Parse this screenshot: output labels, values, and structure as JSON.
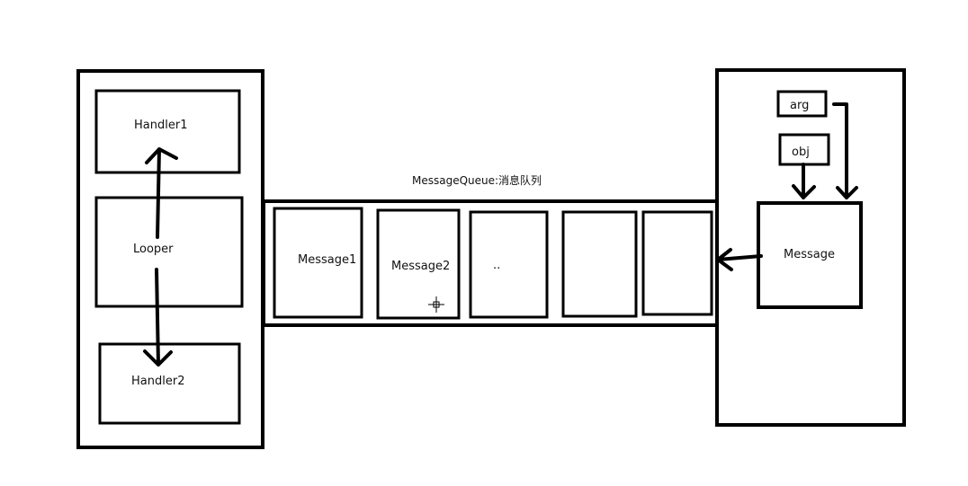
{
  "diagram": {
    "left_panel": {
      "handler1_label": "Handler1",
      "looper_label": "Looper",
      "handler2_label": "Handler2"
    },
    "queue": {
      "title": "MessageQueue:消息队列",
      "slot1_label": "Message1",
      "slot2_label": "Message2",
      "slot3_label": "..",
      "slot4_label": "",
      "slot5_label": ""
    },
    "right_panel": {
      "arg_label": "arg",
      "obj_label": "obj",
      "message_label": "Message"
    },
    "colors": {
      "stroke": "#000000",
      "background": "#ffffff"
    }
  }
}
